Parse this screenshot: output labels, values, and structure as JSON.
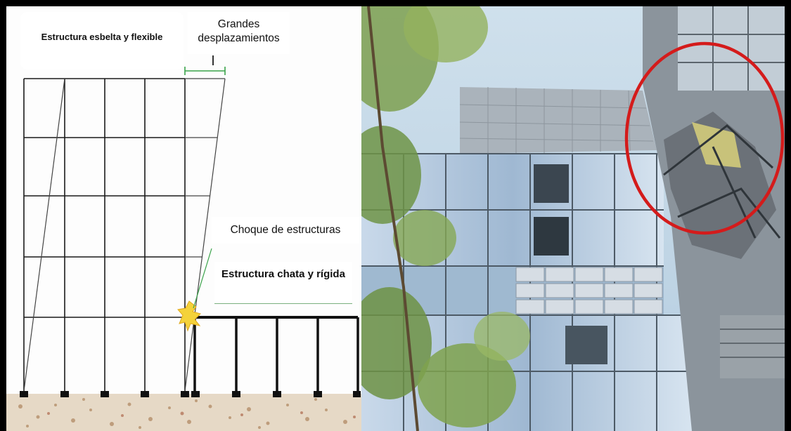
{
  "labels": {
    "slender_structure": "Estructura esbelta y flexible",
    "large_displacements": "Grandes desplazamientos",
    "collision": "Choque de estructuras",
    "stiff_structure": "Estructura chata y rígida"
  },
  "colors": {
    "frame_lines": "#1a1a1a",
    "displacement_bracket": "#3aa34a",
    "impact_flash": "#f4d23a",
    "highlight_circle": "#d41b1b",
    "soil": "#d8c8b2"
  }
}
